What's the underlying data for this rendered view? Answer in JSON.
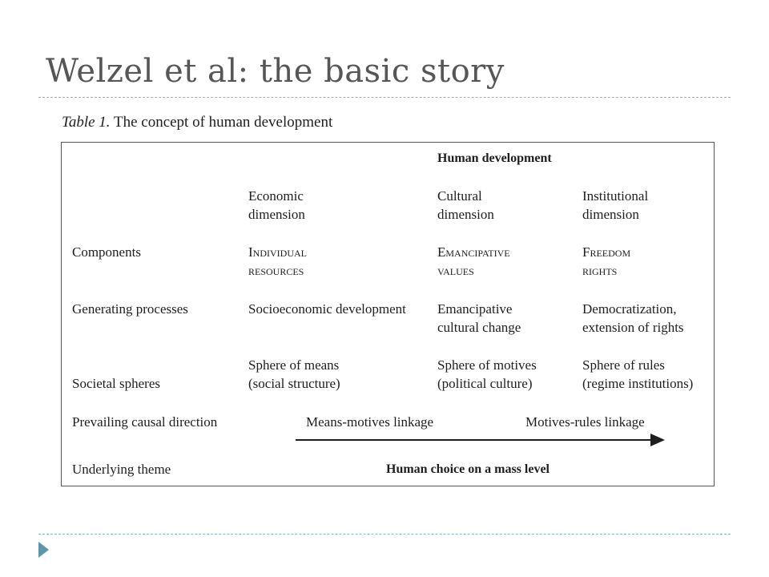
{
  "slide": {
    "title": "Welzel et al: the basic story"
  },
  "table": {
    "caption_label": "Table 1.",
    "caption_text": "The concept of human development",
    "header_span": "Human development",
    "dimensions": [
      {
        "line1": "Economic",
        "line2": "dimension"
      },
      {
        "line1": "Cultural",
        "line2": "dimension"
      },
      {
        "line1": "Institutional",
        "line2": "dimension"
      }
    ],
    "rows": {
      "components": {
        "label": "Components",
        "cells": [
          {
            "line1": "Individual",
            "line2": "resources"
          },
          {
            "line1": "Emancipative",
            "line2": "values"
          },
          {
            "line1": "Freedom",
            "line2": "rights"
          }
        ]
      },
      "processes": {
        "label": "Generating processes",
        "cells": [
          {
            "line1": "Socioeconomic development",
            "line2": ""
          },
          {
            "line1": "Emancipative",
            "line2": "cultural change"
          },
          {
            "line1": "Democratization,",
            "line2": "extension of rights"
          }
        ]
      },
      "spheres": {
        "label": "Societal spheres",
        "cells": [
          {
            "line1": "Sphere of means",
            "line2": "(social structure)"
          },
          {
            "line1": "Sphere of motives",
            "line2": "(political culture)"
          },
          {
            "line1": "Sphere of rules",
            "line2": "(regime institutions)"
          }
        ]
      },
      "causal": {
        "label": "Prevailing causal direction",
        "link1": "Means-motives linkage",
        "link2": "Motives-rules linkage"
      },
      "theme": {
        "label": "Underlying theme",
        "value": "Human choice on a mass level"
      }
    }
  }
}
